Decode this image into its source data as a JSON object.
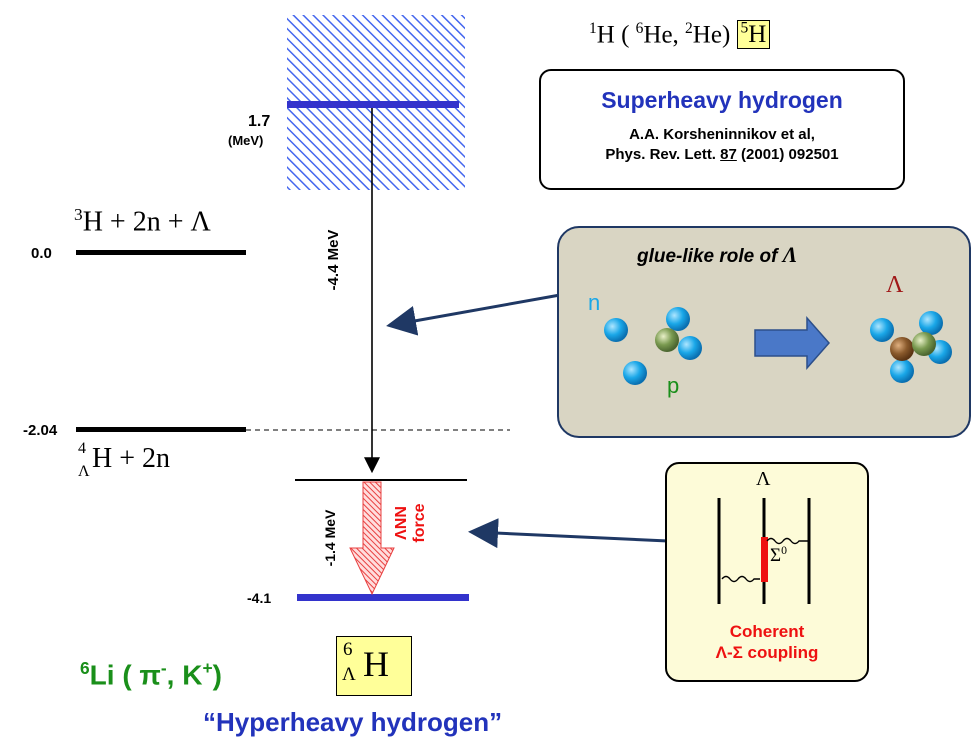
{
  "reaction_top": {
    "target": "1",
    "target_el": "H",
    "beam": "6",
    "beam_el": "He",
    "ejectile": "2",
    "ejectile_el": "He",
    "product": "5",
    "product_el": "H"
  },
  "superheavy": {
    "title": "Superheavy hydrogen",
    "authors": "A.A. Korsheninnikov et al,",
    "ref_prefix": "Phys. Rev. Lett. ",
    "ref_volume": "87",
    "ref_suffix": " (2001) 092501"
  },
  "levels": {
    "top_value": "1.7",
    "top_unit": "(MeV)",
    "zero_value": "0.0",
    "zero_label": {
      "A": "3",
      "el": "H",
      "rest": " + 2n + Λ"
    },
    "mid_value": "-2.04",
    "mid_label": {
      "A": "4",
      "L": "Λ",
      "el": "H",
      "rest": " + 2n"
    },
    "bottom_value": "-4.1"
  },
  "arrows": {
    "main_shift": "-4.4 MeV",
    "extra_shift": "-1.4 MeV",
    "force_line1": "ΛNN",
    "force_line2": "force"
  },
  "glue": {
    "title_text": "glue-like role of ",
    "title_symbol": "Λ",
    "n_label": "n",
    "p_label": "p",
    "lambda_label": "Λ"
  },
  "coupling": {
    "lambda": "Λ",
    "sigma": "Σ",
    "sigma_sup": "0",
    "line1": "Coherent",
    "line2": "Λ-Σ coupling"
  },
  "reaction_bottom": {
    "target": "6",
    "target_el": "Li",
    "open": " ( π",
    "pi_sup": "-",
    "k": ", K",
    "k_sup": "+",
    "close": ")",
    "product_A": "6",
    "product_L": "Λ",
    "product_el": "H"
  },
  "hyperheavy": "“Hyperheavy hydrogen”",
  "colors": {
    "level_blue": "#3333cc",
    "hatch_blue": "#4466ee",
    "title_blue": "#2233bb",
    "green": "#1a8f1a",
    "red": "#ee1111",
    "nucleon_cyan": "#1aa7e8",
    "proton_green": "#7a9a50",
    "lambda_brown": "#8a5a2c"
  }
}
